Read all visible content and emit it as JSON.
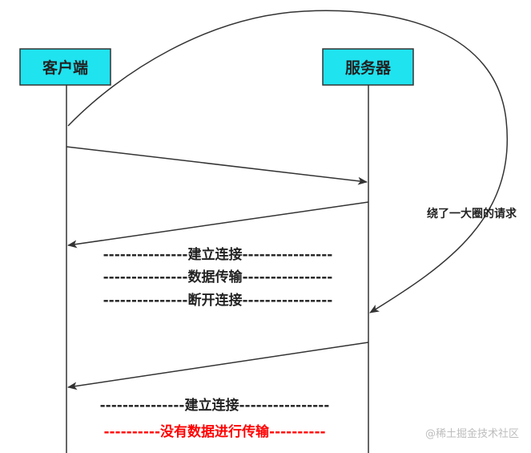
{
  "participants": {
    "client": "客户端",
    "server": "服务器"
  },
  "messages": {
    "group1": {
      "connect": "---------------建立连接----------------",
      "transfer": "---------------数据传输----------------",
      "disconnect": "---------------断开连接----------------"
    },
    "group2": {
      "connect": "---------------建立连接----------------",
      "no_transfer": "----------没有数据进行传输----------"
    }
  },
  "annotation": "绕了一大圈的请求",
  "watermark": "@稀土掘金技术社区",
  "colors": {
    "box_fill": "#1fe3ef",
    "line": "#333333",
    "text": "#222222",
    "alert": "#ff0000",
    "watermark": "#bdbdbd"
  }
}
